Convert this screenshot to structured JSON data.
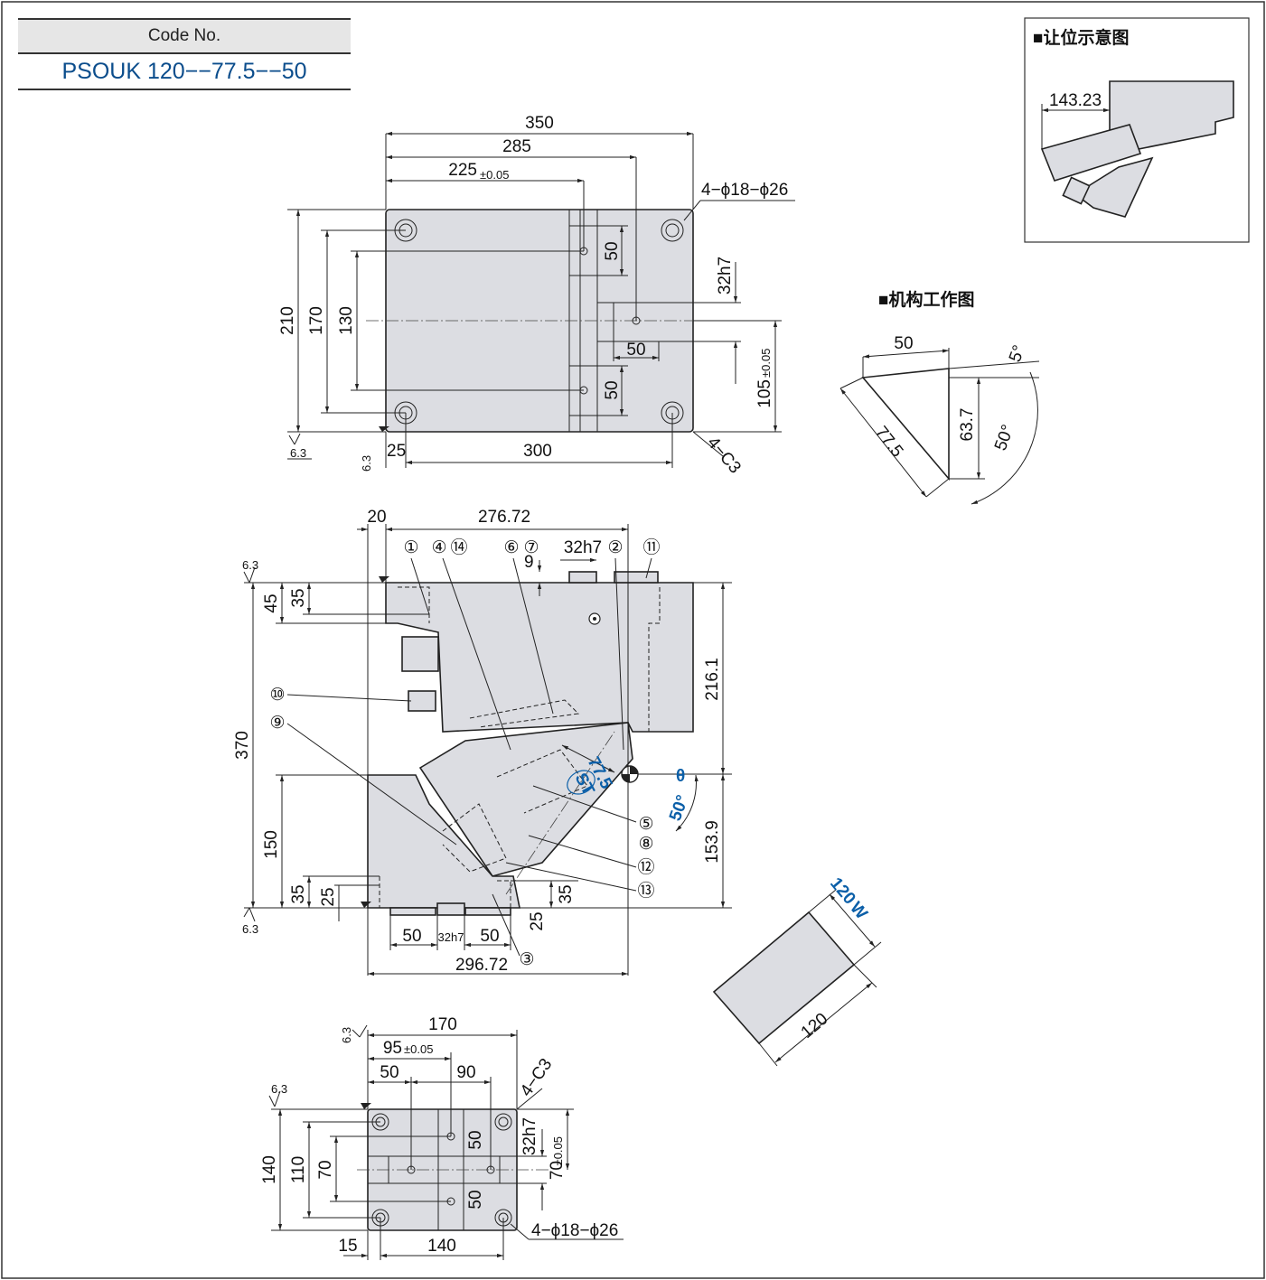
{
  "code": {
    "label": "Code No.",
    "value": "PSOUK 120−−77.5−−50"
  },
  "titles": {
    "clearance": "■让位示意图",
    "mechanism": "■机构工作图"
  },
  "roughness": "6.3",
  "top_view": {
    "d350": "350",
    "d285": "285",
    "d225": "225",
    "tol005": "±0.05",
    "holes": "4−ϕ18−ϕ26",
    "d210": "210",
    "d170": "170",
    "d130": "130",
    "d50a": "50",
    "d50b": "50",
    "d50c": "50",
    "d32h7": "32h7",
    "d105": "105",
    "d25": "25",
    "d300": "300",
    "chamfer": "4−C3"
  },
  "front_view": {
    "d20": "20",
    "d276": "276.72",
    "d9": "9",
    "d32h7": "32h7",
    "d45": "45",
    "d35a": "35",
    "d370": "370",
    "d216": "216.1",
    "d150": "150",
    "d153": "153.9",
    "d35b": "35",
    "d25a": "25",
    "d35c": "35",
    "d25b": "25",
    "d50a": "50",
    "d32h7b": "32h7",
    "d50b": "50",
    "d296": "296.72",
    "st": "77.5",
    "st_label": "ST",
    "angle": "50°",
    "theta": "θ",
    "circ": [
      "①",
      "④",
      "⑭",
      "⑥",
      "⑦",
      "②",
      "⑪",
      "⑩",
      "⑨",
      "⑤",
      "⑧",
      "⑫",
      "⑬",
      "③"
    ]
  },
  "bottom_view": {
    "d170": "170",
    "d95": "95",
    "tol005": "±0.05",
    "d50": "50",
    "d90": "90",
    "chamfer": "4−C3",
    "d140": "140",
    "d110": "110",
    "d70": "70",
    "d50a": "50",
    "d50b": "50",
    "d32h7": "32h7",
    "d70t": "70",
    "d15": "15",
    "d140b": "140",
    "holes": "4−ϕ18−ϕ26"
  },
  "mechanism": {
    "d50": "50",
    "d5": "5°",
    "d775": "77.5",
    "d637": "63.7",
    "d50deg": "50°"
  },
  "clearance": {
    "d14323": "143.23"
  },
  "width_block": {
    "w": "120",
    "w_label": "W",
    "d120": "120"
  }
}
